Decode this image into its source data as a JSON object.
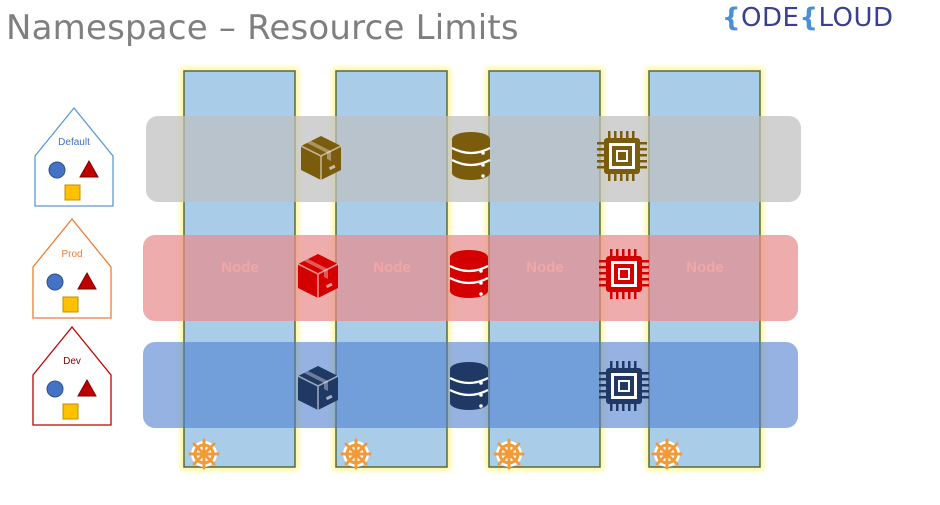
{
  "title": "Namespace – Resource Limits",
  "logo": {
    "left_brace": "{",
    "part1": "ODE",
    "mid_brace": "{",
    "part2": "LOUD"
  },
  "colors": {
    "title": "#7f7f7f",
    "node_column": "#a9cce9",
    "node_border": "#5a6b3a",
    "node_glow": "#fff36b",
    "default_band": "#bfbfbf",
    "default_icon": "#7a5c0c",
    "default_house": "#5b9bd5",
    "prod_band": "#e88c8c",
    "prod_icon": "#d40000",
    "prod_house": "#ed7d31",
    "dev_band": "#6f97d6",
    "dev_icon": "#1f3864",
    "dev_house": "#c00000",
    "kube_icon": "#f29a38"
  },
  "namespaces": [
    {
      "label": "Default",
      "icons": [
        "package-icon",
        "database-icon",
        "cpu-chip-icon"
      ]
    },
    {
      "label": "Prod",
      "icons": [
        "package-icon",
        "database-icon",
        "cpu-chip-icon"
      ]
    },
    {
      "label": "Dev",
      "icons": [
        "package-icon",
        "database-icon",
        "cpu-chip-icon"
      ]
    }
  ],
  "nodes": [
    {
      "label": "Node",
      "icon": "kubernetes-helm-icon"
    },
    {
      "label": "Node",
      "icon": "kubernetes-helm-icon"
    },
    {
      "label": "Node",
      "icon": "kubernetes-helm-icon"
    },
    {
      "label": "Node",
      "icon": "kubernetes-helm-icon"
    }
  ]
}
